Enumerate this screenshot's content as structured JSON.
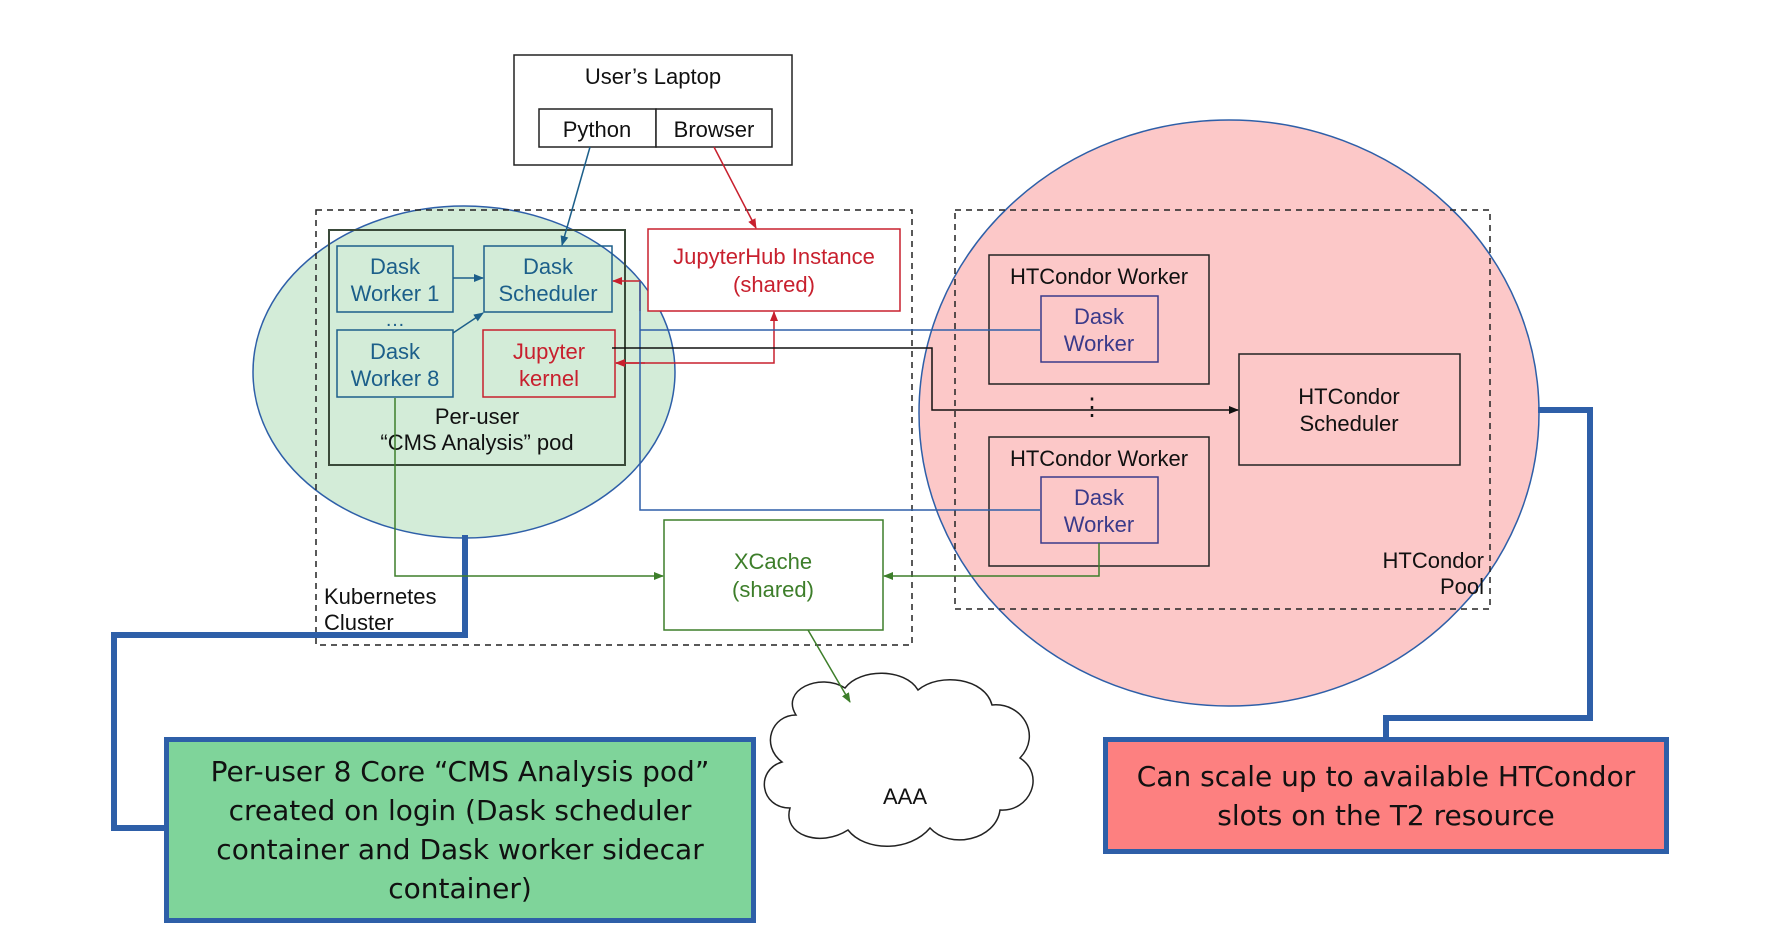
{
  "laptop": {
    "title": "User’s Laptop",
    "python": "Python",
    "browser": "Browser"
  },
  "k8s": {
    "label_line1": "Kubernetes",
    "label_line2": "Cluster"
  },
  "pod": {
    "worker1_line1": "Dask",
    "worker1_line2": "Worker 1",
    "ellipsis": "…",
    "worker8_line1": "Dask",
    "worker8_line2": "Worker 8",
    "scheduler_line1": "Dask",
    "scheduler_line2": "Scheduler",
    "kernel_line1": "Jupyter",
    "kernel_line2": "kernel",
    "label_line1": "Per-user",
    "label_line2": "“CMS Analysis” pod"
  },
  "jupyterhub": {
    "line1": "JupyterHub Instance",
    "line2": "(shared)"
  },
  "xcache": {
    "line1": "XCache",
    "line2": "(shared)"
  },
  "aaa": {
    "label": "AAA"
  },
  "htcondor": {
    "worker_title": "HTCondor Worker",
    "dask_worker_line1": "Dask",
    "dask_worker_line2": "Worker",
    "vdots": "⋮",
    "scheduler_line1": "HTCondor",
    "scheduler_line2": "Scheduler",
    "pool_line1": "HTCondor",
    "pool_line2": "Pool"
  },
  "callouts": {
    "left": "Per-user 8 Core “CMS Analysis pod” created on login (Dask scheduler container and Dask worker sidecar container)",
    "right": "Can scale up to available HTCondor slots on the T2 resource"
  },
  "colors": {
    "green_region": "#d3ecd8",
    "red_region": "#fcc8c8",
    "callout_green": "#7fd49a",
    "callout_red": "#fd8080",
    "connector_blue": "#2e5fa8",
    "dask_blue": "#1c5f8a",
    "jupyter_red": "#c8202e",
    "xcache_green": "#3d7e2a",
    "htc_dask_purple": "#3a3a8a"
  }
}
